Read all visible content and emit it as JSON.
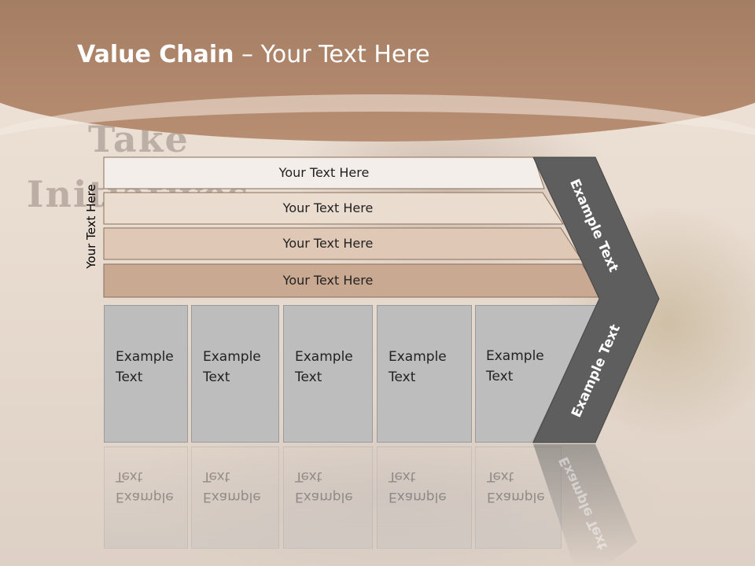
{
  "title": {
    "bold": "Value Chain",
    "rest": " – Your Text Here"
  },
  "watermark": {
    "line1": "Take",
    "line2": "Initiatives"
  },
  "side_label": "Your Text Here",
  "bars": [
    {
      "label": "Your Text Here"
    },
    {
      "label": "Your Text Here"
    },
    {
      "label": "Your Text Here"
    },
    {
      "label": "Your Text Here"
    }
  ],
  "boxes": [
    {
      "label": "Example\nText"
    },
    {
      "label": "Example\nText"
    },
    {
      "label": "Example\nText"
    },
    {
      "label": "Example\nText"
    },
    {
      "label": "Example\nText"
    }
  ],
  "chevron": {
    "upper": "Example Text",
    "lower": "Example Text"
  },
  "colors": {
    "header": "#a07a60",
    "bar1": "#f3eee9",
    "bar2": "#ebdcd0",
    "bar3": "#dfc8b6",
    "bar4": "#c9a992",
    "box": "#bdbdbd",
    "chevron": "#5e5e5e"
  }
}
